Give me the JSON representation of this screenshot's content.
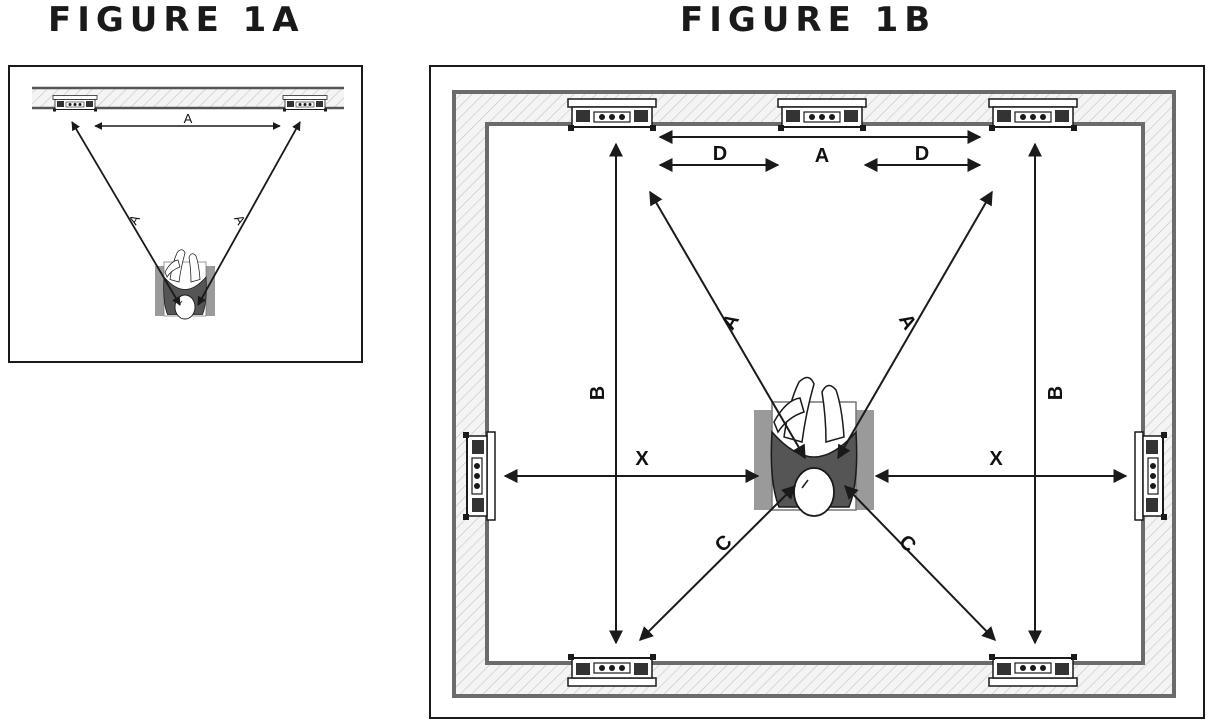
{
  "figures": [
    {
      "title": "FIGURE 1A",
      "labels": {
        "front_spacing": "A",
        "left_distance": "A",
        "right_distance": "A"
      }
    },
    {
      "title": "FIGURE 1B",
      "labels": {
        "front_spacing": "A",
        "center_offset_left": "D",
        "center_offset_right": "D",
        "left_diagonal": "A",
        "right_diagonal": "A",
        "left_depth": "B",
        "right_depth": "B",
        "left_side": "X",
        "right_side": "X",
        "rear_left": "C",
        "rear_right": "C"
      }
    }
  ],
  "colors": {
    "line": "#1a1a1a",
    "wall_fill": "#e9e9e9",
    "wall_edge": "#6b6b6b",
    "chair": "#9a9a9a",
    "body_dark": "#555555"
  }
}
